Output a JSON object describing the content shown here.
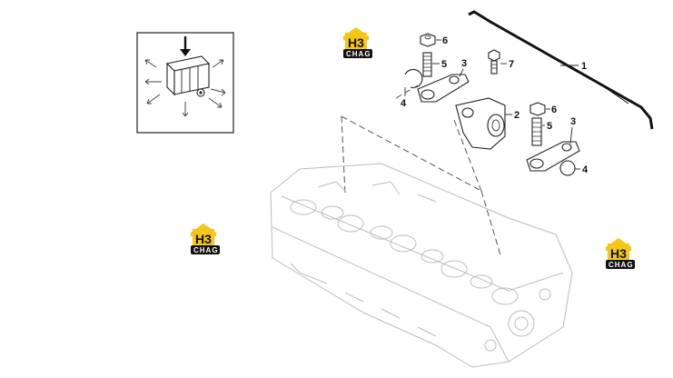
{
  "callouts": {
    "c1": "1",
    "c2": "2",
    "c3a": "3",
    "c3b": "3",
    "c4a": "4",
    "c4b": "4",
    "c5a": "5",
    "c5b": "5",
    "c6a": "6",
    "c6b": "6",
    "c7": "7"
  },
  "watermark": {
    "mark": "H3",
    "word": "CHAG",
    "colors": {
      "roof": "#f5c518",
      "badge": "#111111"
    }
  },
  "inset": {
    "arrow": "down-arrow",
    "directions": [
      "up-left",
      "up-right",
      "left",
      "right",
      "down-left",
      "down",
      "down-right"
    ]
  }
}
